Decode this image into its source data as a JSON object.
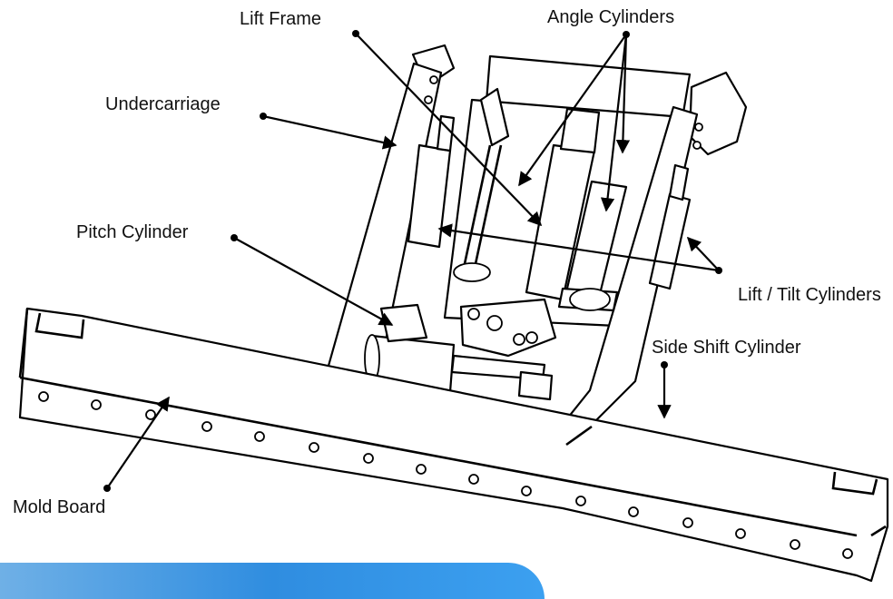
{
  "labels": {
    "lift_frame": "Lift Frame",
    "angle_cylinders": "Angle Cylinders",
    "undercarriage": "Undercarriage",
    "pitch_cylinder": "Pitch Cylinder",
    "lift_tilt_cylinders": "Lift / Tilt Cylinders",
    "side_shift_cylinder": "Side Shift Cylinder",
    "mold_board": "Mold Board"
  },
  "colors": {
    "line": "#000000",
    "banner_start": "#6fb0e6",
    "banner_end": "#3ca0f0"
  }
}
